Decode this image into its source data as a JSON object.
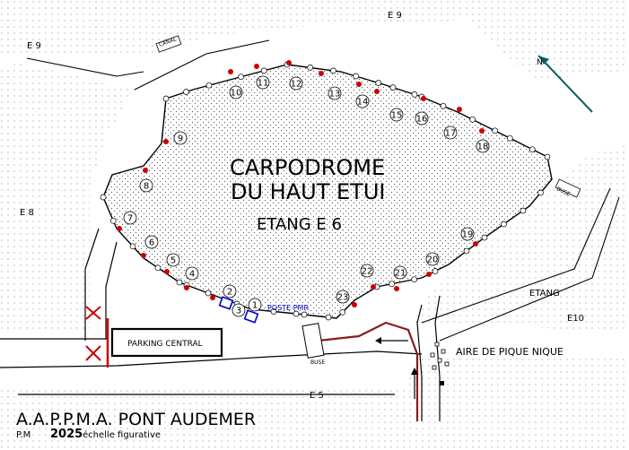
{
  "map": {
    "title_line1": "CARPODROME",
    "title_line2": "DU HAUT ETUI",
    "subtitle": "ETANG  E 6",
    "club_name": "A.A.P.P.M.A. PONT AUDEMER",
    "credit_prefix": "P.M",
    "credit_year": "2025",
    "credit_suffix": "échelle figurative",
    "north_symbol": "N",
    "labels": {
      "e9_top": "E 9",
      "e9_left": "E 9",
      "e8": "E 8",
      "e5": "E 5",
      "etang": "ETANG",
      "e10": "E10",
      "canal": "CANAL",
      "buse_right": "BUSE",
      "buse_bottom": "BUSE",
      "poste_pmr": "POSTE PMR",
      "parking": "PARKING CENTRAL",
      "aire": "AIRE DE PIQUE NIQUE"
    },
    "pegs": [
      "1",
      "2",
      "3",
      "4",
      "5",
      "6",
      "7",
      "8",
      "9",
      "10",
      "11",
      "12",
      "13",
      "14",
      "15",
      "16",
      "17",
      "18",
      "19",
      "20",
      "21",
      "22",
      "23"
    ],
    "colors": {
      "water_dot": "#555555",
      "peg_marker": "#cc0000",
      "pmr": "#0000cc",
      "path_red": "#8b1a1a",
      "north_arrow": "#0f5f5f"
    }
  }
}
